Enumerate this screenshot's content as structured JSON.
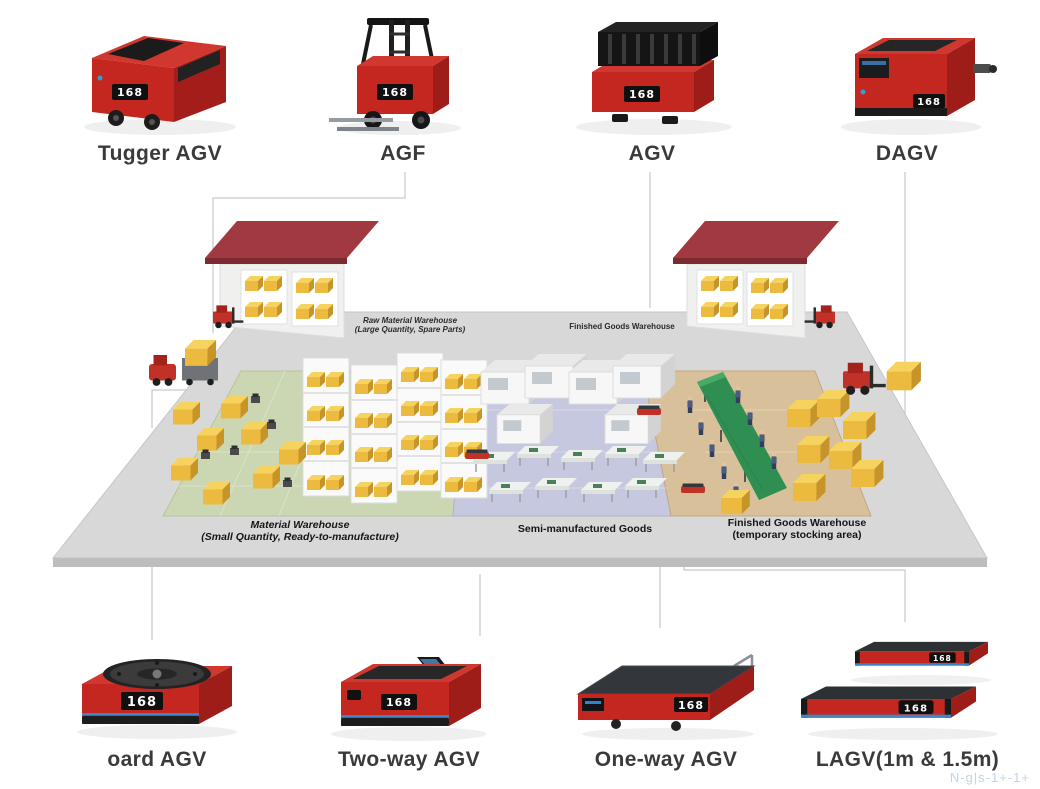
{
  "brand": {
    "logo": "168"
  },
  "top_row": {
    "items": [
      {
        "label": "Tugger AGV"
      },
      {
        "label": "AGF"
      },
      {
        "label": "AGV"
      },
      {
        "label": "DAGV"
      }
    ]
  },
  "bottom_row": {
    "items": [
      {
        "label": "oard AGV"
      },
      {
        "label": "Two-way AGV"
      },
      {
        "label": "One-way AGV"
      },
      {
        "label": "LAGV(1m & 1.5m)"
      }
    ]
  },
  "scene": {
    "zone_labels": {
      "raw_material_line1": "Raw Material Warehouse",
      "raw_material_line2": "(Large Quantity, Spare Parts)",
      "finished_goods_top": "Finished Goods Warehouse",
      "material_line1": "Material Warehouse",
      "material_line2": "(Small Quantity, Ready-to-manufacture)",
      "semi_manufactured": "Semi-manufactured Goods",
      "finished_goods_line1": "Finished Goods Warehouse",
      "finished_goods_line2": "(temporary stocking area)"
    }
  },
  "colors": {
    "accent_red": "#c4271f",
    "roof_red": "#a13a40",
    "zone_green": "#cbd7b2",
    "zone_purple": "#c5c8de",
    "zone_tan": "#d8c09b",
    "platform_gray": "#d8d8d8"
  },
  "watermark": "N-g|s-1+-1+"
}
